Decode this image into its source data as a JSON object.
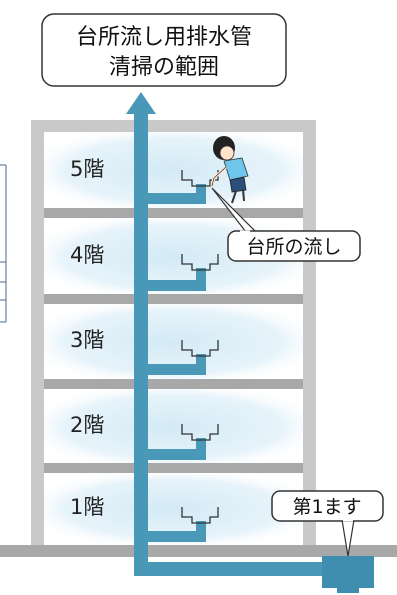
{
  "title": {
    "line1": "台所流し用排水管",
    "line2": "清掃の範囲"
  },
  "floors": [
    {
      "label": "5階"
    },
    {
      "label": "4階"
    },
    {
      "label": "3階"
    },
    {
      "label": "2階"
    },
    {
      "label": "1階"
    }
  ],
  "callouts": {
    "kitchen_sink": "台所の流し",
    "first_basin": "第1ます"
  },
  "colors": {
    "pipe": "#4a98b8",
    "floor_glow": "#d6ecf6",
    "slab": "#a8a8a8",
    "wall": "#c9c9c9",
    "basin": "#3f8eaf",
    "outline": "#222222"
  },
  "icons": {
    "person": "person-cleaning-icon",
    "sink": "sink-trap-icon"
  }
}
